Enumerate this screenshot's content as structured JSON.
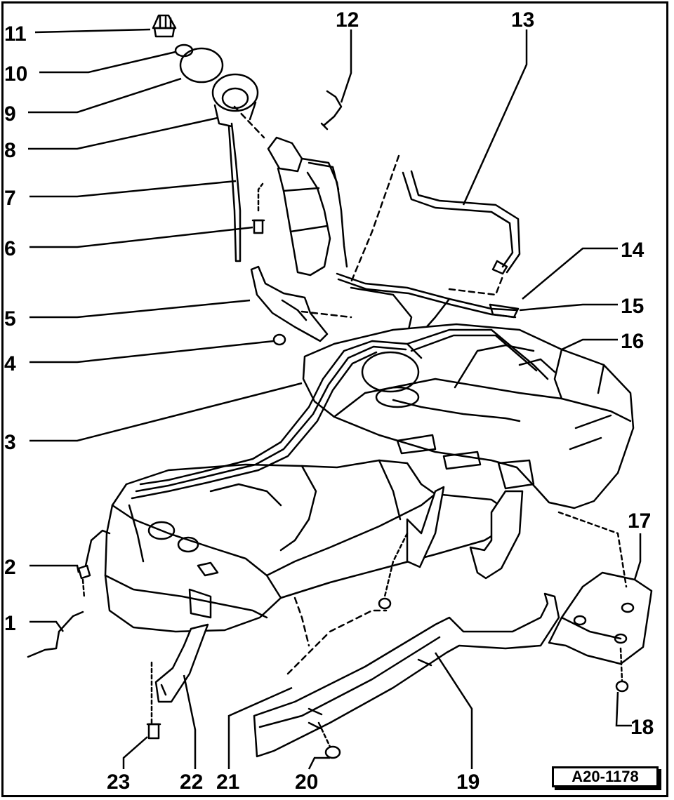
{
  "diagram": {
    "callouts": [
      {
        "id": "c11",
        "label": "11"
      },
      {
        "id": "c10",
        "label": "10"
      },
      {
        "id": "c9",
        "label": "9"
      },
      {
        "id": "c8",
        "label": "8"
      },
      {
        "id": "c7",
        "label": "7"
      },
      {
        "id": "c6",
        "label": "6"
      },
      {
        "id": "c5",
        "label": "5"
      },
      {
        "id": "c4",
        "label": "4"
      },
      {
        "id": "c3",
        "label": "3"
      },
      {
        "id": "c2",
        "label": "2"
      },
      {
        "id": "c1",
        "label": "1"
      },
      {
        "id": "c12",
        "label": "12"
      },
      {
        "id": "c13",
        "label": "13"
      },
      {
        "id": "c14",
        "label": "14"
      },
      {
        "id": "c15",
        "label": "15"
      },
      {
        "id": "c16",
        "label": "16"
      },
      {
        "id": "c17",
        "label": "17"
      },
      {
        "id": "c18",
        "label": "18"
      },
      {
        "id": "c23",
        "label": "23"
      },
      {
        "id": "c22",
        "label": "22"
      },
      {
        "id": "c21",
        "label": "21"
      },
      {
        "id": "c20",
        "label": "20"
      },
      {
        "id": "c19",
        "label": "19"
      }
    ],
    "reference_code": "A20-1178"
  }
}
